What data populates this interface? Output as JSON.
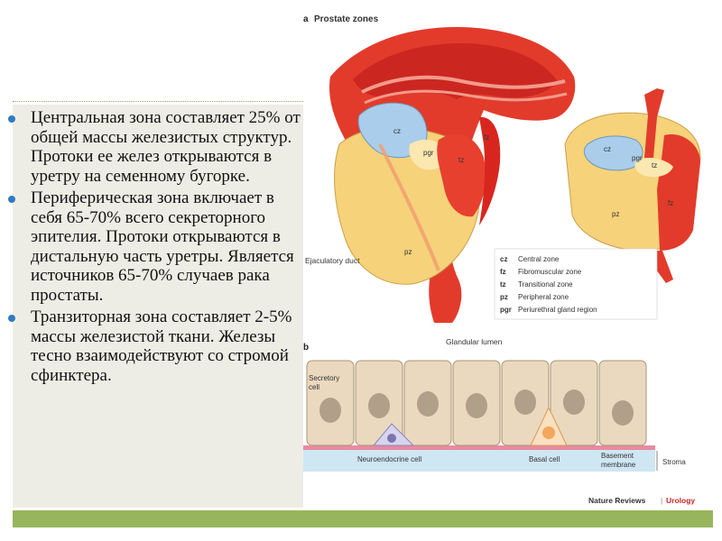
{
  "bullets": [
    "Центральная зона составляет 25% от общей массы железистых структур. Протоки ее желез открываются в уретру на семенному бугорке.",
    "Периферическая зона включает в себя 65-70% всего секреторного эпителия. Протоки открываются в дистальную часть уретры. Является источников 65-70% случаев рака простаты.",
    "Транзиторная зона составляет 2-5% массы железистой ткани. Железы тесно взаимодействуют со стромой сфинктера."
  ],
  "figure": {
    "panel_a_letter": "a",
    "panel_a_title": "Prostate zones",
    "panel_b_letter": "b",
    "zones": {
      "cz": "cz",
      "pgr": "pgr",
      "tz": "tz",
      "fz": "fz",
      "pz": "pz"
    },
    "ejaculatory_duct": "Ejaculatory duct",
    "legend": [
      {
        "abbr": "cz",
        "label": "Central zone"
      },
      {
        "abbr": "fz",
        "label": "Fibromuscular zone"
      },
      {
        "abbr": "tz",
        "label": "Transitional zone"
      },
      {
        "abbr": "pz",
        "label": "Peripheral zone"
      },
      {
        "abbr": "pgr",
        "label": "Periurethral gland region"
      }
    ],
    "glandular_lumen": "Glandular lumen",
    "secretory_cell": [
      "Secretory",
      "cell"
    ],
    "neuroendocrine_cell": "Neuroendocrine cell",
    "basal_cell": "Basal cell",
    "basement_membrane": [
      "Basement",
      "membrane"
    ],
    "stroma": "Stroma",
    "credit_publisher": "Nature Reviews",
    "credit_separator": "|",
    "credit_journal": "Urology"
  },
  "colors": {
    "cz": "#a9cdea",
    "tz": "#e8402f",
    "fz": "#d8261f",
    "pz": "#f6d27a",
    "pgr": "#fbe7b0",
    "urethra": "#e23b2b",
    "bullet": "#2e7dc1",
    "panel": "#eeede5",
    "footer_bar": "#97b55d",
    "journal_accent": "#c62828"
  }
}
